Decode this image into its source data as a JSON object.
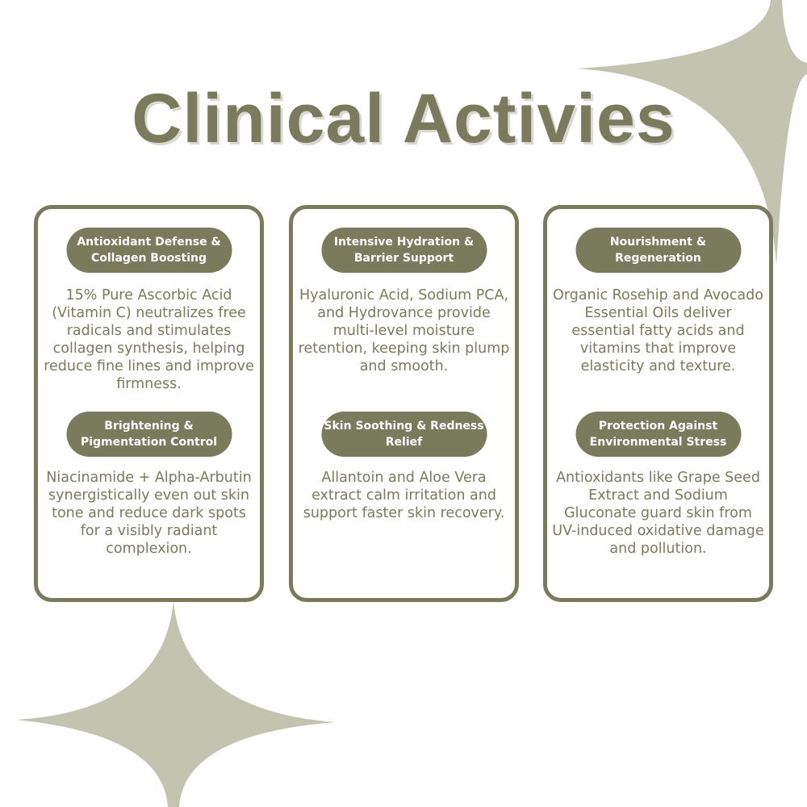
{
  "title": "Clinical Activies",
  "colors": {
    "primary": "#7a7a5c",
    "star": "#c3c4b0"
  },
  "cards": [
    {
      "sections": [
        {
          "heading": "Antioxidant Defense & Collagen Boosting",
          "body": "15% Pure Ascorbic Acid (Vitamin C) neutralizes free radicals and stimulates collagen synthesis, helping reduce fine lines and improve firmness."
        },
        {
          "heading": "Brightening & Pigmentation Control",
          "body": "Niacinamide + Alpha-Arbutin synergistically even out skin tone and reduce dark spots for a visibly radiant complexion."
        }
      ]
    },
    {
      "sections": [
        {
          "heading": "Intensive Hydration & Barrier Support",
          "body": "Hyaluronic Acid, Sodium PCA, and Hydrovance provide multi-level moisture retention, keeping skin plump and smooth."
        },
        {
          "heading": "Skin Soothing & Redness Relief",
          "body": "Allantoin and Aloe Vera extract calm irritation and support faster skin recovery."
        }
      ]
    },
    {
      "sections": [
        {
          "heading": "Nourishment & Regeneration",
          "body": "Organic Rosehip and Avocado Essential Oils deliver essential fatty acids and vitamins that improve elasticity and texture."
        },
        {
          "heading": "Protection Against Environmental Stress",
          "body": "Antioxidants like Grape Seed Extract and Sodium Gluconate guard skin from UV-induced oxidative damage and pollution."
        }
      ]
    }
  ]
}
